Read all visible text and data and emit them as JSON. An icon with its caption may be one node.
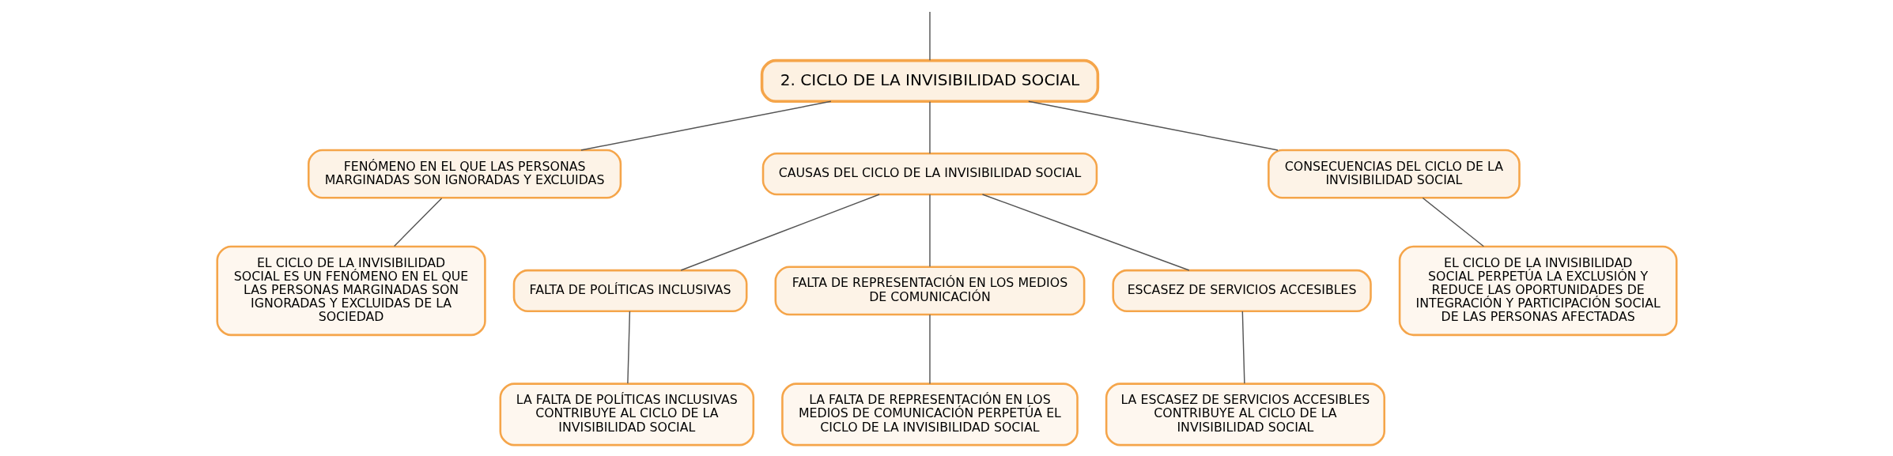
{
  "diagram": {
    "nodes": [
      {
        "text": [
          "2. CICLO DE LA INVISIBILIDAD SOCIAL"
        ]
      },
      {
        "text": [
          "FENÓMENO EN EL QUE LAS PERSONAS MARGINADAS SON IGNORADAS Y EXCLUIDAS"
        ]
      },
      {
        "text": [
          "EL CICLO DE LA INVISIBILIDAD SOCIAL ES UN FENÓMENO EN EL QUE LAS PERSONAS MARGINADAS SON IGNORADAS Y EXCLUIDAS DE LA SOCIEDAD"
        ]
      },
      {
        "text": [
          "CAUSAS DEL CICLO DE LA INVISIBILIDAD SOCIAL"
        ]
      },
      {
        "text": [
          "FALTA DE POLÍTICAS INCLUSIVAS"
        ]
      },
      {
        "text": [
          "LA FALTA DE POLÍTICAS INCLUSIVAS CONTRIBUYE AL CICLO DE LA INVISIBILIDAD SOCIAL"
        ]
      },
      {
        "text": [
          "FALTA DE REPRESENTACIÓN EN LOS MEDIOS DE COMUNICACIÓN"
        ]
      },
      {
        "text": [
          "LA FALTA DE REPRESENTACIÓN EN LOS MEDIOS DE COMUNICACIÓN PERPETÚA EL CICLO DE LA INVISIBILIDAD SOCIAL"
        ]
      },
      {
        "text": [
          "ESCASEZ DE SERVICIOS ACCESIBLES"
        ]
      },
      {
        "text": [
          "LA ESCASEZ DE SERVICIOS ACCESIBLES CONTRIBUYE AL CICLO DE LA INVISIBILIDAD SOCIAL"
        ]
      },
      {
        "text": [
          "CONSECUENCIAS DEL CICLO DE LA INVISIBILIDAD SOCIAL"
        ]
      },
      {
        "text": [
          "EL CICLO DE LA INVISIBILIDAD SOCIAL PERPETÚA LA EXCLUSIÓN Y REDUCE LAS OPORTUNIDADES DE INTEGRACIÓN Y PARTICIPACIÓN SOCIAL DE LAS PERSONAS AFECTADAS"
        ]
      }
    ],
    "edges": [
      {
        "from": null,
        "to": 0,
        "arrow": "none"
      },
      {
        "from": 0,
        "to": 1,
        "arrow": "none"
      },
      {
        "from": 0,
        "to": 3,
        "arrow": "none"
      },
      {
        "from": 0,
        "to": 10,
        "arrow": "none"
      },
      {
        "from": 1,
        "to": 2,
        "arrow": "none"
      },
      {
        "from": 3,
        "to": 4,
        "arrow": "none"
      },
      {
        "from": 3,
        "to": 6,
        "arrow": "none"
      },
      {
        "from": 3,
        "to": 8,
        "arrow": "none"
      },
      {
        "from": 4,
        "to": 5,
        "arrow": "none"
      },
      {
        "from": 6,
        "to": 7,
        "arrow": "none"
      },
      {
        "from": 8,
        "to": 9,
        "arrow": "none"
      },
      {
        "from": 10,
        "to": 11,
        "arrow": "none"
      }
    ]
  }
}
